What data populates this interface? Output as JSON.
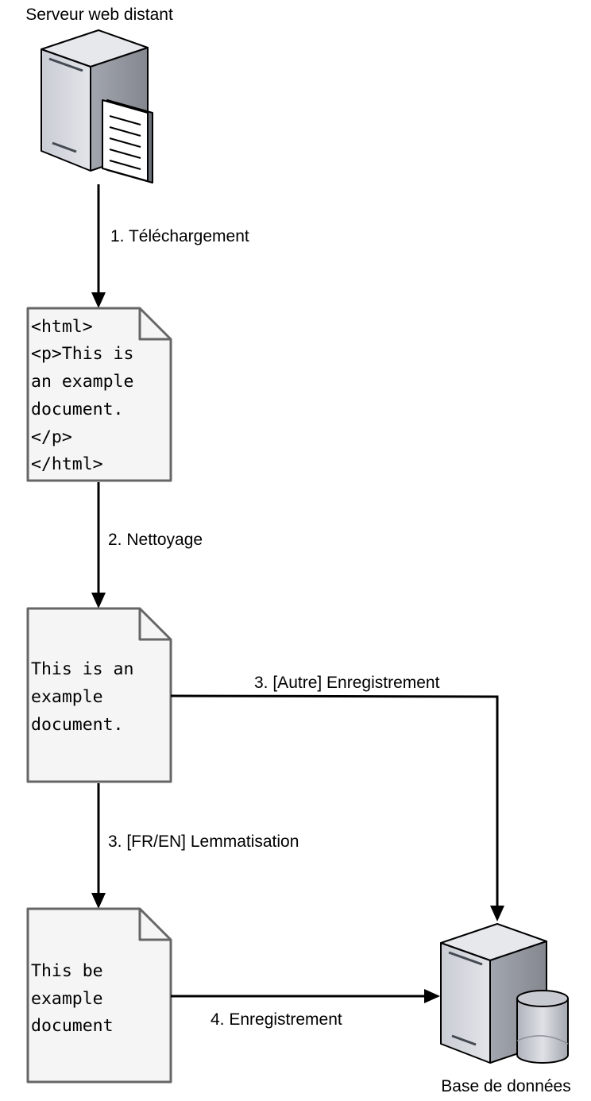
{
  "colors": {
    "line": "#000000",
    "doc_fill": "#f5f5f5",
    "doc_stroke": "#666666",
    "server_light": "#d4d7de",
    "server_mid": "#b8bcc6",
    "server_dark": "#9a9da4"
  },
  "nodes": {
    "web_server": {
      "label": "Serveur web distant",
      "icon": "server-with-document-icon"
    },
    "html_document": {
      "lines": [
        "<html>",
        "<p>This is",
        "an example",
        "document.",
        "</p>",
        "</html>"
      ]
    },
    "clean_document": {
      "lines": [
        "This is an",
        "example",
        "document."
      ]
    },
    "lemma_document": {
      "lines": [
        "This be",
        "example",
        "document"
      ]
    },
    "database": {
      "label": "Base de données",
      "icon": "database-server-icon"
    }
  },
  "edges": {
    "download": {
      "label": "1. Téléchargement"
    },
    "cleaning": {
      "label": "2. Nettoyage"
    },
    "store_other": {
      "label": "3. [Autre] Enregistrement"
    },
    "lemmatisation": {
      "label": "3. [FR/EN] Lemmatisation"
    },
    "store": {
      "label": "4. Enregistrement"
    }
  }
}
